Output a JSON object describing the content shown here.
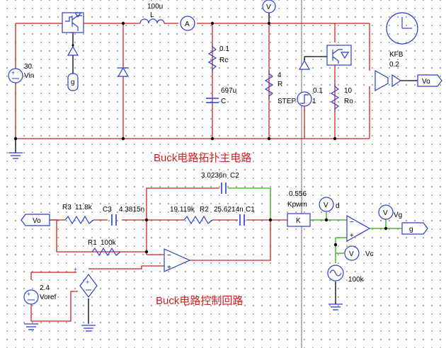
{
  "power": {
    "title": "Buck电路拓扑主电路",
    "vin_value": "30",
    "vin_name": "Vin",
    "g_label": "g",
    "l_value": "100u",
    "l_name": "L",
    "ammeter": "A",
    "voltmeter": "V",
    "rc_value": "0.1",
    "rc_name": "Rc",
    "c_value": "697u",
    "c_name": "C",
    "r_value": "4",
    "r_name": "R",
    "step_name": "STEP",
    "step_value": "0.1",
    "step_pin": "1",
    "ro_value": "10",
    "ro_name": "Ro",
    "kfb_name": "KFB",
    "kfb_value": "0.2",
    "vo_label": "Vo"
  },
  "control": {
    "title": "Buck电路控制回路",
    "vo_label": "Vo",
    "c2_value": "3.0236n",
    "c2_name": "C2",
    "r3_name": "R3",
    "r3_value": "11.8k",
    "c3_name": "C3",
    "c3_value": "4.3815n",
    "r2_value": "19.119k",
    "r2_name": "R2",
    "c1_value": "25.6214n",
    "c1_name": "C1",
    "r1_name": "R1",
    "r1_value": "100k",
    "vref_value": "2.4",
    "vref_name": "Voref",
    "kpwm_value": "0.556",
    "kpwm_name": "Kpwm",
    "k_block": "K",
    "vd_meter": "V",
    "vd_name": "d",
    "vg_meter": "V",
    "vg_name": "Vg",
    "vc_meter": "V",
    "vc_name": "Vc",
    "carrier_value": "100k",
    "g_label": "g"
  },
  "colors": {
    "wire": "#d21f1f",
    "symbol": "#2a3ed6",
    "control_wire": "#27b400",
    "title": "#d21f1f"
  }
}
